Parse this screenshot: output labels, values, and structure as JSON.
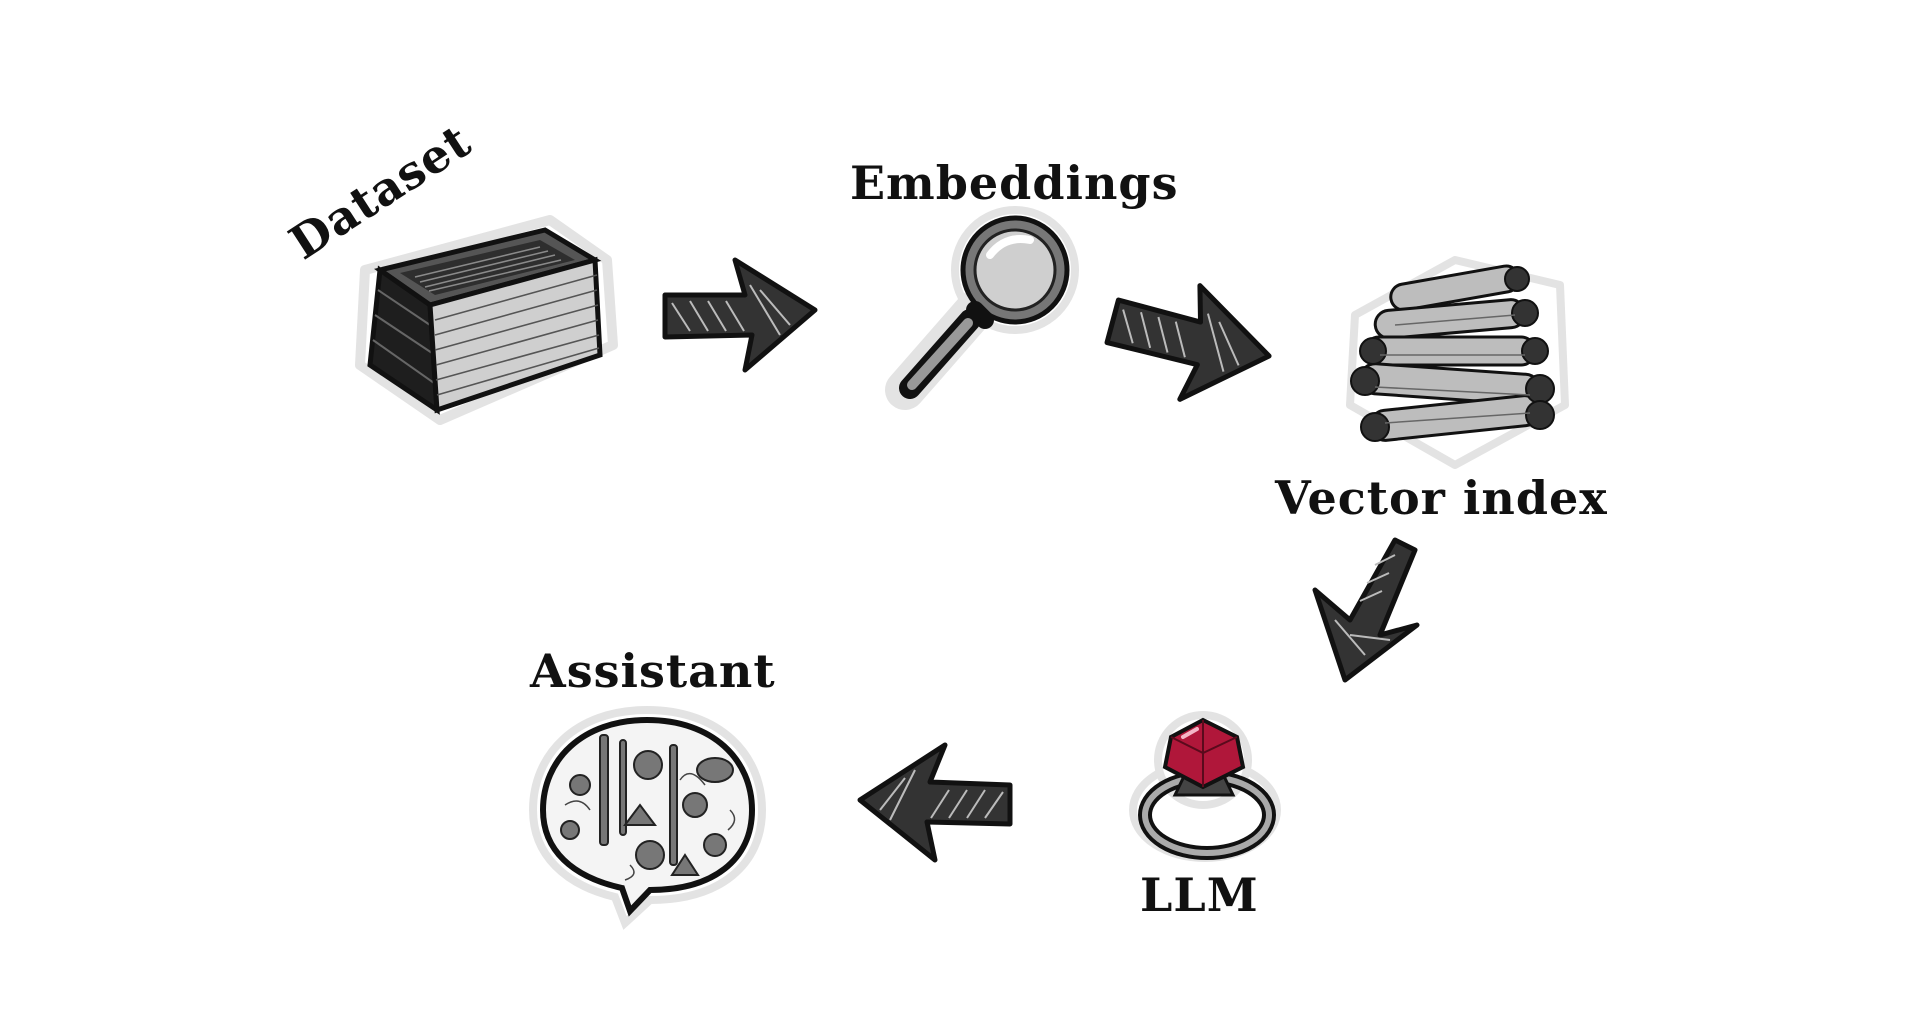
{
  "diagram": {
    "nodes": [
      {
        "id": "dataset",
        "label": "Dataset",
        "icon": "book-icon"
      },
      {
        "id": "embeddings",
        "label": "Embeddings",
        "icon": "magnifying-glass-icon"
      },
      {
        "id": "vector_index",
        "label": "Vector index",
        "icon": "scrolls-icon"
      },
      {
        "id": "llm",
        "label": "LLM",
        "icon": "ring-icon"
      },
      {
        "id": "assistant",
        "label": "Assistant",
        "icon": "speech-bubble-icon"
      }
    ],
    "edges": [
      {
        "from": "dataset",
        "to": "embeddings"
      },
      {
        "from": "embeddings",
        "to": "vector_index"
      },
      {
        "from": "vector_index",
        "to": "llm"
      },
      {
        "from": "llm",
        "to": "assistant"
      }
    ],
    "colors": {
      "ink": "#111111",
      "gem": "#b0173a",
      "sticker_outline": "#e6e6e6"
    }
  }
}
